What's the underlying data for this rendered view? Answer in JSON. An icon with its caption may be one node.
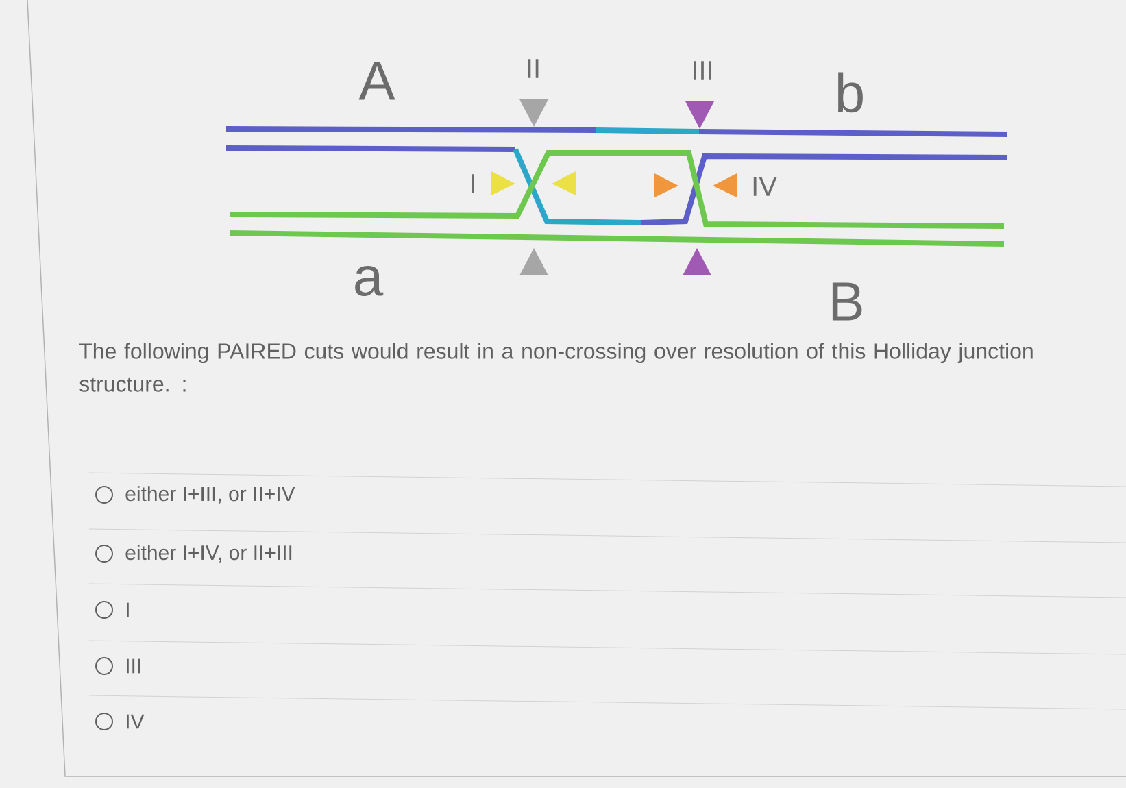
{
  "diagram": {
    "labels": [
      "A",
      "II",
      "III",
      "b",
      "I",
      "IV",
      "a",
      "B",
      "The following PAIRED cuts would result in a non-crossing over resolution of this Holliday junction structure. :",
      "either I+III, or II+IV",
      "either I+IV, or II+III",
      "I",
      "III",
      "IV"
    ]
  }
}
